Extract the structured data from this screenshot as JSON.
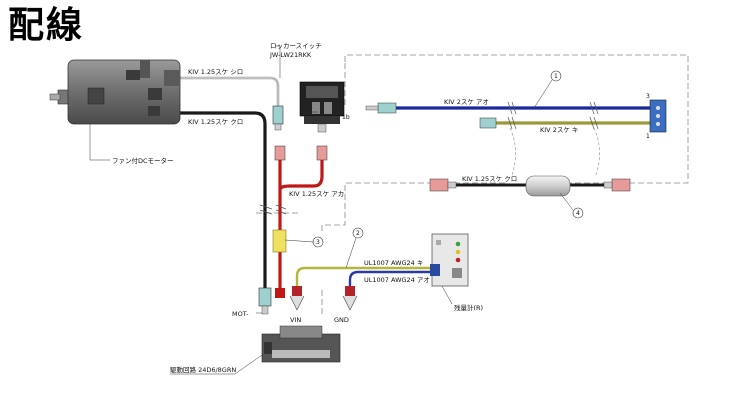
{
  "title": "配線",
  "labels": {
    "rocker_switch": "ロッカースイッチ",
    "rocker_model": "JW-LW21RKK",
    "wire_motor_white": "KIV 1.25スケ シロ",
    "wire_motor_black": "KIV 1.25スケ クロ",
    "motor_name": "ファン付DCモーター",
    "wire_red": "KIV 1.25スケ アカ",
    "switch_terminal": "1b",
    "wire_blue": "KIV 2スケ アオ",
    "wire_yellow": "KIV 2スケ キ",
    "connector_pin_top": "3",
    "connector_pin_bottom": "1",
    "wire_black_fuse": "KIV 1.25スケ クロ",
    "ul_yellow": "UL1007 AWG24 キ",
    "ul_blue": "UL1007 AWG24 アオ",
    "meter_name": "残量計(R)",
    "vin": "VIN",
    "gnd": "GND",
    "mot_minus": "MOT-",
    "driver_name": "駆動回路 24D6/8GRN",
    "callout_1": "1",
    "callout_2": "2",
    "callout_3": "3",
    "callout_4": "4"
  }
}
